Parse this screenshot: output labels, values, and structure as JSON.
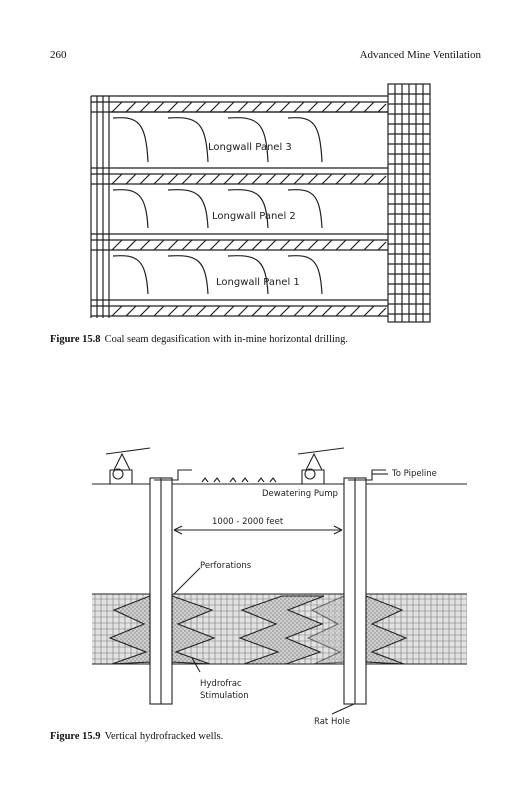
{
  "header": {
    "page_number": "260",
    "book_title": "Advanced Mine Ventilation"
  },
  "figure_15_8": {
    "panels": [
      "Longwall Panel 3",
      "Longwall Panel 2",
      "Longwall Panel 1"
    ],
    "caption_number": "Figure 15.8",
    "caption_text": "Coal seam degasification with in-mine horizontal drilling."
  },
  "figure_15_9": {
    "labels": {
      "to_pipeline": "To Pipeline",
      "dewatering_pump": "Dewatering Pump",
      "distance": "1000 - 2000 feet",
      "perforations": "Perforations",
      "hydrofrac_line1": "Hydrofrac",
      "hydrofrac_line2": "Stimulation",
      "rat_hole": "Rat Hole"
    },
    "caption_number": "Figure 15.9",
    "caption_text": "Vertical hydrofracked wells."
  }
}
